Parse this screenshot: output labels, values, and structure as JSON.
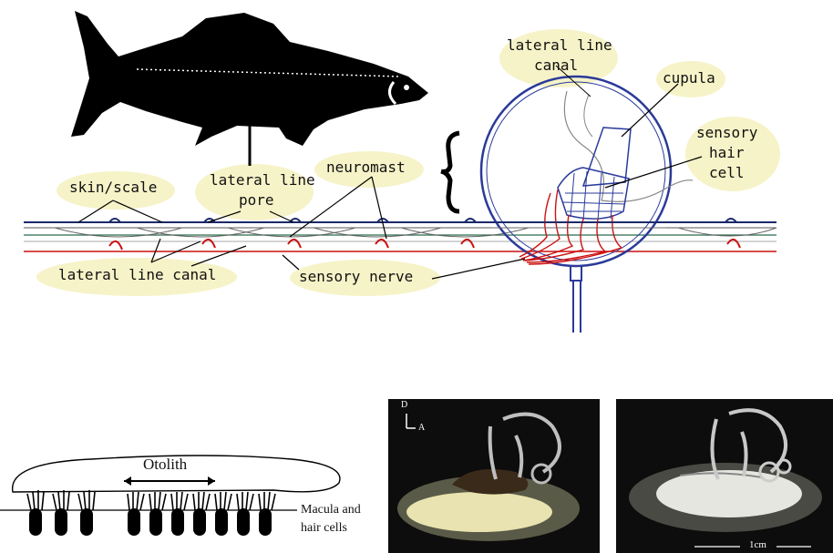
{
  "top_diagram": {
    "labels": {
      "skin_scale": "skin/scale",
      "lateral_line_pore_1": "lateral line",
      "lateral_line_pore_2": "pore",
      "neuromast": "neuromast",
      "lateral_line_canal_bottom": "lateral line canal",
      "sensory_nerve": "sensory nerve",
      "lateral_line_canal_top_1": "lateral line",
      "lateral_line_canal_top_2": "canal",
      "cupula": "cupula",
      "sensory_hair_cell_1": "sensory",
      "sensory_hair_cell_2": "hair",
      "sensory_hair_cell_3": "cell"
    },
    "colors": {
      "label_highlight": "#f6f3c8",
      "nerve": "#cc1111",
      "canal_outline": "#2a3a9a",
      "fish": "#000000"
    }
  },
  "bottom_left_diagram": {
    "labels": {
      "otolith": "Otolith",
      "macula_1": "Macula and",
      "macula_2": "hair cells"
    }
  },
  "photos": {
    "left": {
      "orientation_d": "D",
      "orientation_a": "A"
    },
    "right": {
      "scale_bar": "1cm"
    }
  }
}
